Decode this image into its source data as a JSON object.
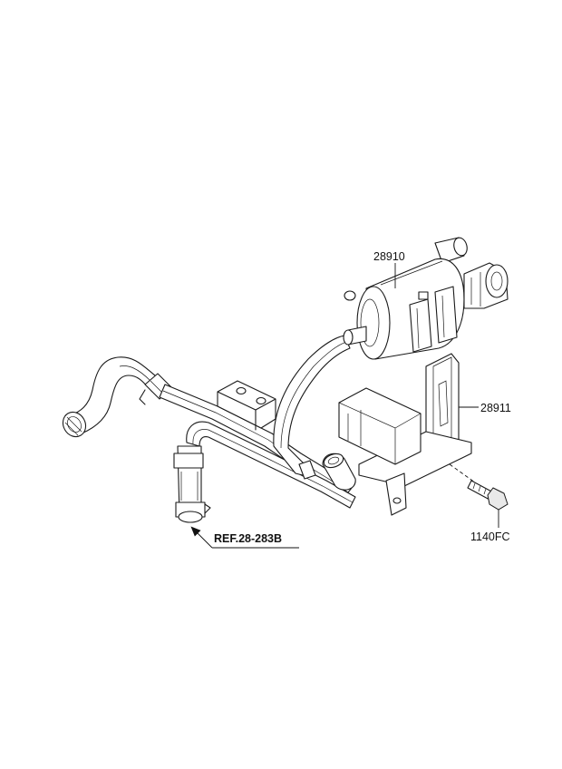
{
  "labels": {
    "valve": "28910",
    "bracket": "28911",
    "bolt": "1140FC",
    "ref": "REF.28-283B"
  }
}
